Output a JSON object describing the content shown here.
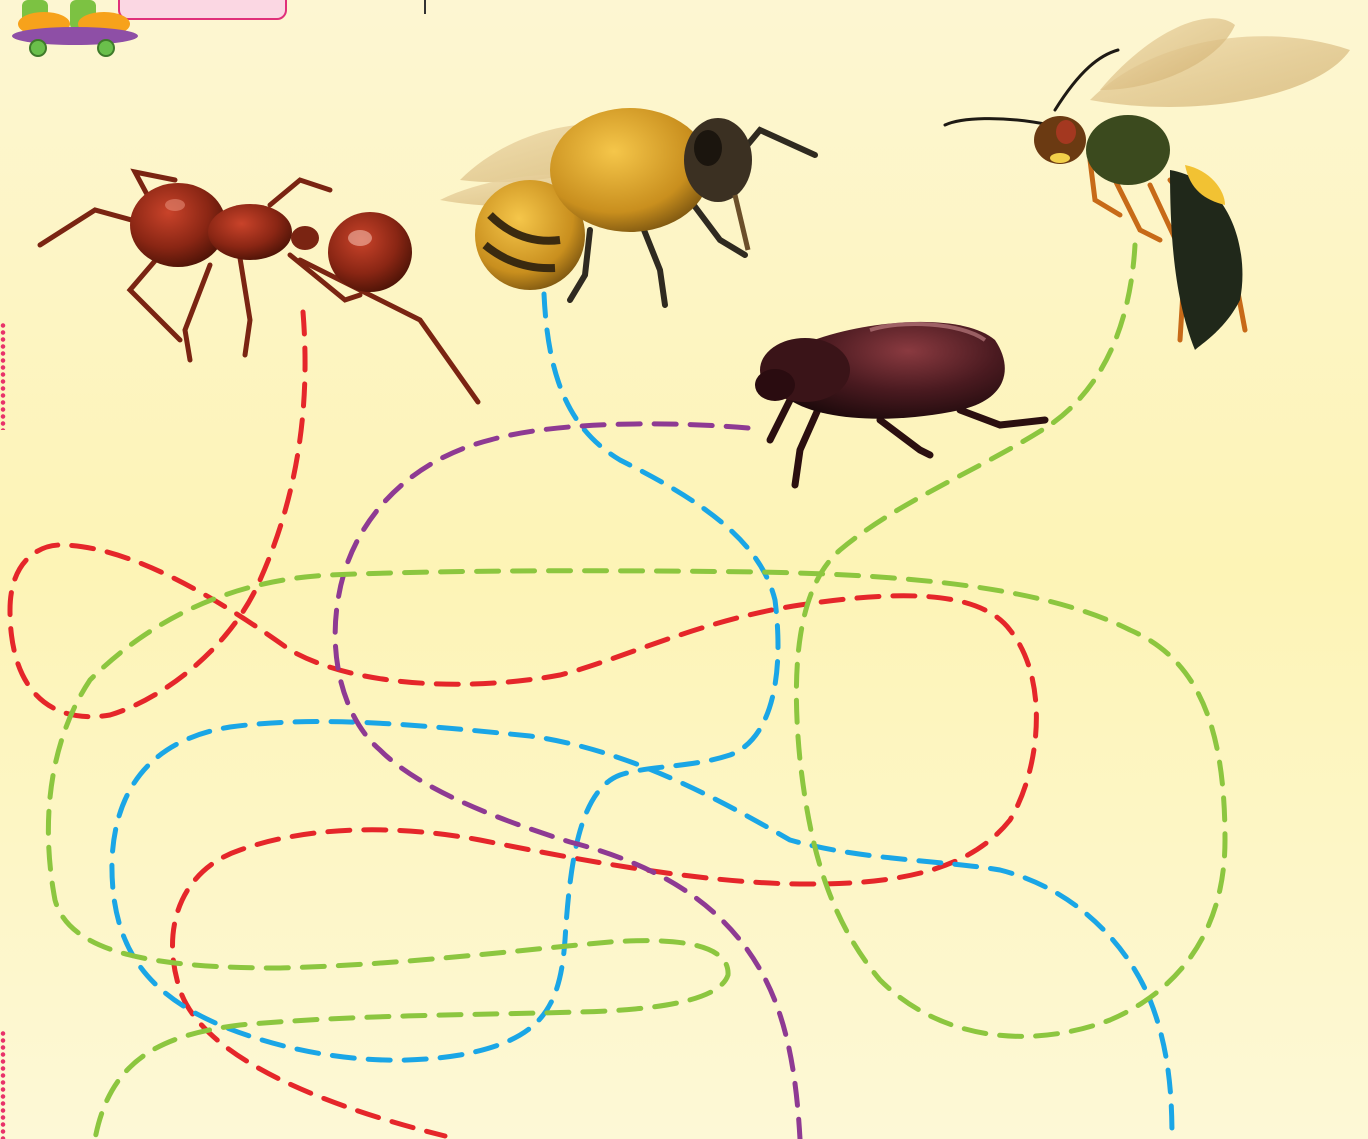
{
  "scene": {
    "background_top": "#fdf6d2",
    "background_bottom": "#fdf4b6"
  },
  "insects": [
    {
      "id": "ant",
      "name": "ant",
      "path_color": "#e5262a"
    },
    {
      "id": "bee",
      "name": "honey bee",
      "path_color": "#1aa6e6"
    },
    {
      "id": "beetle",
      "name": "beetle",
      "path_color": "#8e3a93"
    },
    {
      "id": "wasp",
      "name": "wasp",
      "path_color": "#8cc63f"
    }
  ],
  "decor": {
    "mascot": "skateboard-mascot",
    "edge_dot_color": "#e8326a"
  }
}
